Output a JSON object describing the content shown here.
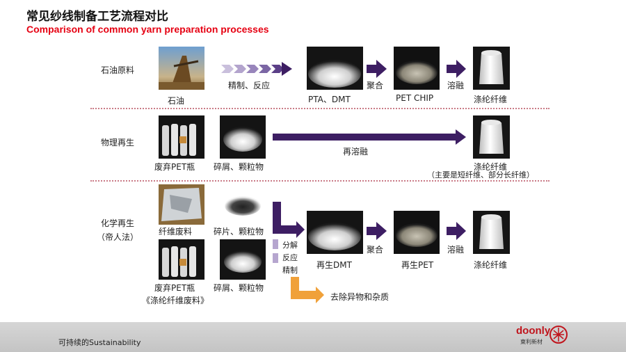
{
  "title_cn": "常见纱线制备工艺流程对比",
  "title_en": "Comparison of common yarn preparation processes",
  "rows": {
    "petroleum": {
      "label": "石油原料",
      "items": [
        "石油",
        "PTA、DMT",
        "PET CHIP",
        "涤纶纤维"
      ],
      "steps": [
        "精制、反应",
        "聚合",
        "溶融"
      ]
    },
    "physical": {
      "label": "物理再生",
      "items": [
        "废弃PET瓶",
        "碎屑、颗粒物",
        "涤纶纤维"
      ],
      "note": "（主要是短纤维、部分长纤维）",
      "step": "再溶融"
    },
    "chemical": {
      "label": "化学再生",
      "label_sub": "（帝人法）",
      "items_top": [
        "纤维废料",
        "碎片、颗粒物"
      ],
      "items_bottom": [
        "废弃PET瓶",
        "碎屑、颗粒物"
      ],
      "items_bottom_note": "《涤纶纤维废料》",
      "process_steps": [
        "分解",
        "反应",
        "精制"
      ],
      "outputs": [
        "再生DMT",
        "再生PET",
        "涤纶纤维"
      ],
      "steps": [
        "聚合",
        "溶融"
      ],
      "removal": "去除异物和杂质"
    }
  },
  "footer": {
    "text": "可持续的Sustainability",
    "brand": "doonly",
    "brand_sub": "東利新材"
  },
  "colors": {
    "arrow": "#3d1e63",
    "arrow_light": "#b6a6cf",
    "removal_arrow": "#f0a13a",
    "title_en": "#e60012",
    "separator": "#c97a86"
  },
  "icons": [
    "oil-rig-photo",
    "white-powder-photo",
    "pet-chip-photo",
    "fiber-bobbin-photo",
    "pet-bottles-photo",
    "flakes-photo",
    "fiber-waste-photo",
    "granules-photo",
    "brand-logo-icon"
  ]
}
